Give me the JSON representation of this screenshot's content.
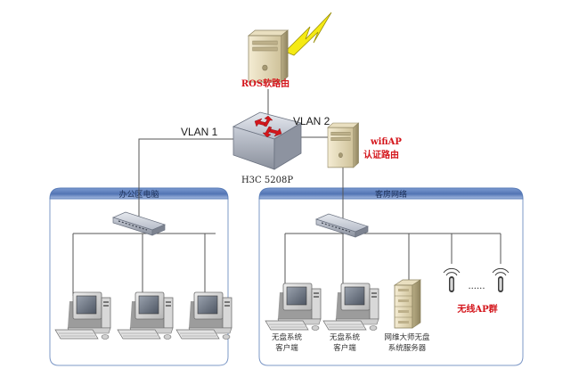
{
  "colors": {
    "accent_red": "#d4161c",
    "zone_header": "#5a7db8",
    "zone_border": "#7d98c7",
    "lightning": "#f5ea14",
    "wire": "#555555"
  },
  "top_router": {
    "label": "ROS软路由",
    "icon": "server-tower-icon"
  },
  "lightning": {
    "icon": "lightning-bolt-icon"
  },
  "core_switch": {
    "label": "H3C 5208P",
    "icon": "core-switch-icon"
  },
  "vlan_left": "VLAN 1",
  "vlan_right": "VLAN 2",
  "wifi_router": {
    "label_line1": "wifiAP",
    "label_line2": "认证路由",
    "icon": "server-tower-icon"
  },
  "zone_office": {
    "title": "办公区电脑",
    "switch_icon": "switch-icon",
    "pcs": [
      {
        "icon": "desktop-pc-icon"
      },
      {
        "icon": "desktop-pc-icon"
      },
      {
        "icon": "desktop-pc-icon"
      }
    ]
  },
  "zone_guest": {
    "title": "客房网络",
    "switch_icon": "switch-icon",
    "clients": [
      {
        "label_line1": "无盘系统",
        "label_line2": "客户端",
        "icon": "desktop-pc-icon"
      },
      {
        "label_line1": "无盘系统",
        "label_line2": "客户端",
        "icon": "desktop-pc-icon"
      }
    ],
    "server": {
      "label_line1": "网维大师无盘",
      "label_line2": "系统服务器",
      "icon": "server-rack-icon"
    },
    "ap_group": {
      "label": "无线AP群",
      "dots": "......",
      "icon": "wireless-ap-icon"
    }
  }
}
